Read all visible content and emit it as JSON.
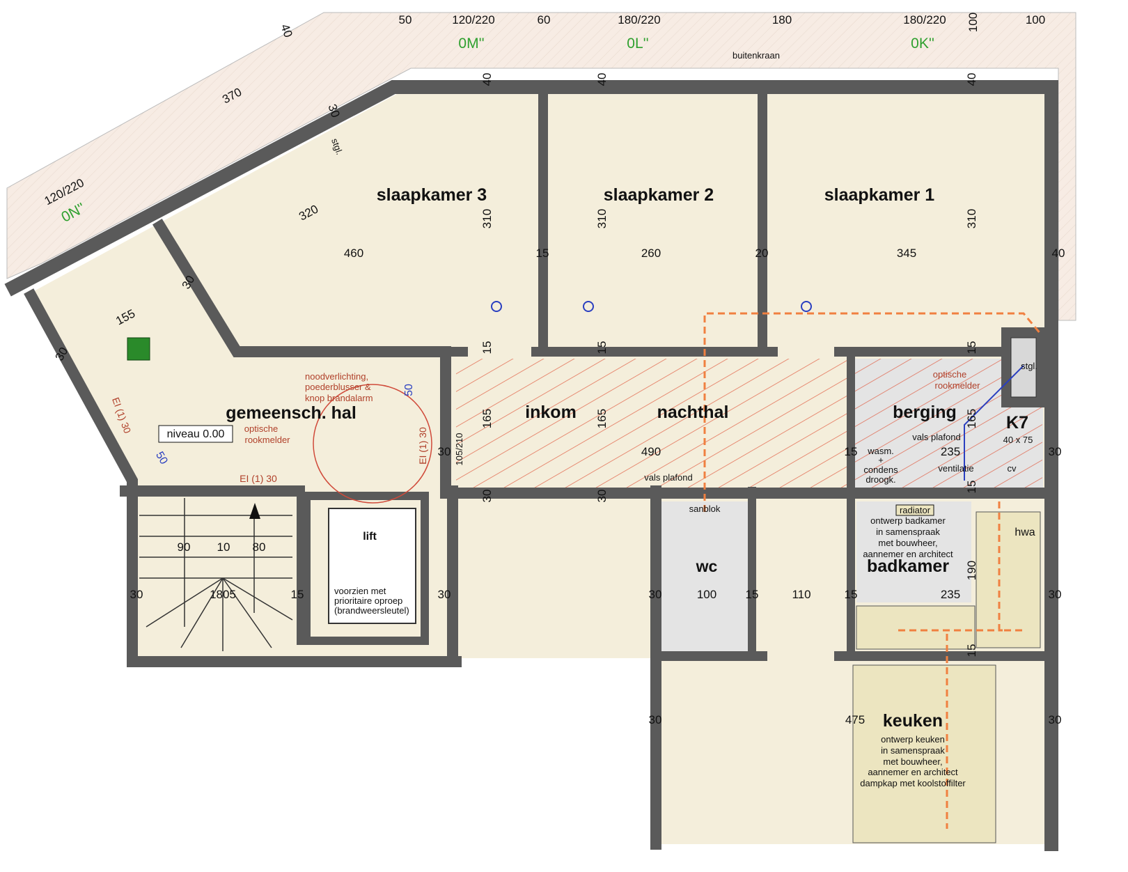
{
  "rooms": {
    "slaapkamer3": "slaapkamer 3",
    "slaapkamer2": "slaapkamer 2",
    "slaapkamer1": "slaapkamer 1",
    "inkom": "inkom",
    "nachthal": "nachthal",
    "berging": "berging",
    "k7": "K7",
    "k7_size": "40 x 75",
    "hal": "gemeensch. hal",
    "lift": "lift",
    "wc": "wc",
    "badkamer": "badkamer",
    "keuken": "keuken"
  },
  "windows": [
    "0M''",
    "0L''",
    "0K''",
    "0N''"
  ],
  "notes": {
    "buitenkraan": "buitenkraan",
    "niveau": "niveau 0.00",
    "rook_hal": [
      "optische",
      "rookmelder"
    ],
    "rook_berging": [
      "optische",
      "rookmelder"
    ],
    "nood": [
      "noodverlichting,",
      "poederblusser &",
      "knop brandalarm"
    ],
    "ei_hal": "EI (1) 30",
    "ei_diag": "EI (1) 30",
    "ei_door": "EI (1) 30",
    "door_size": "105/210",
    "lift_note": [
      "voorzien met",
      "prioritaire oproep",
      "(brandweersleutel)"
    ],
    "vals_plafond_hal": "vals plafond",
    "vals_plafond_berging": "vals plafond",
    "wasm": [
      "wasm.",
      "+",
      "condens",
      "droogk."
    ],
    "ventilatie": "ventilatie",
    "cv": "cv",
    "stgl_k7": "stgl.",
    "stgl_top": "stgl.",
    "sanblok": "sanblok",
    "radiator": "radiator",
    "badkamer_note": [
      "ontwerp badkamer",
      "in samenspraak",
      "met bouwheer,",
      "aannemer en architect"
    ],
    "hwa": "hwa",
    "keuken_note": [
      "ontwerp keuken",
      "in samenspraak",
      "met bouwheer,",
      "aannemer en architect",
      "dampkap met koolstoffilter"
    ]
  },
  "dimensions": [
    "50",
    "120/220",
    "60",
    "180/220",
    "180",
    "180/220",
    "100",
    "100",
    "370",
    "320",
    "120/220",
    "155",
    "30",
    "30",
    "30",
    "40",
    "40",
    "40",
    "40",
    "40",
    "310",
    "310",
    "310",
    "460",
    "15",
    "260",
    "20",
    "345",
    "15",
    "15",
    "15",
    "165",
    "165",
    "165",
    "490",
    "235",
    "30",
    "15",
    "30",
    "30",
    "30",
    "15",
    "90",
    "10",
    "80",
    "1805",
    "30",
    "15",
    "30",
    "30",
    "100",
    "15",
    "110",
    "15",
    "235",
    "30",
    "190",
    "15",
    "475",
    "30",
    "30"
  ],
  "blue_dims": [
    "50",
    "50"
  ],
  "colors": {
    "wall": "#5a5a5a",
    "floor": "#f4eedb",
    "hatch": "#e0553a",
    "green": "#2fa02f",
    "blue": "#2a3fc0",
    "orange": "#f08040"
  }
}
